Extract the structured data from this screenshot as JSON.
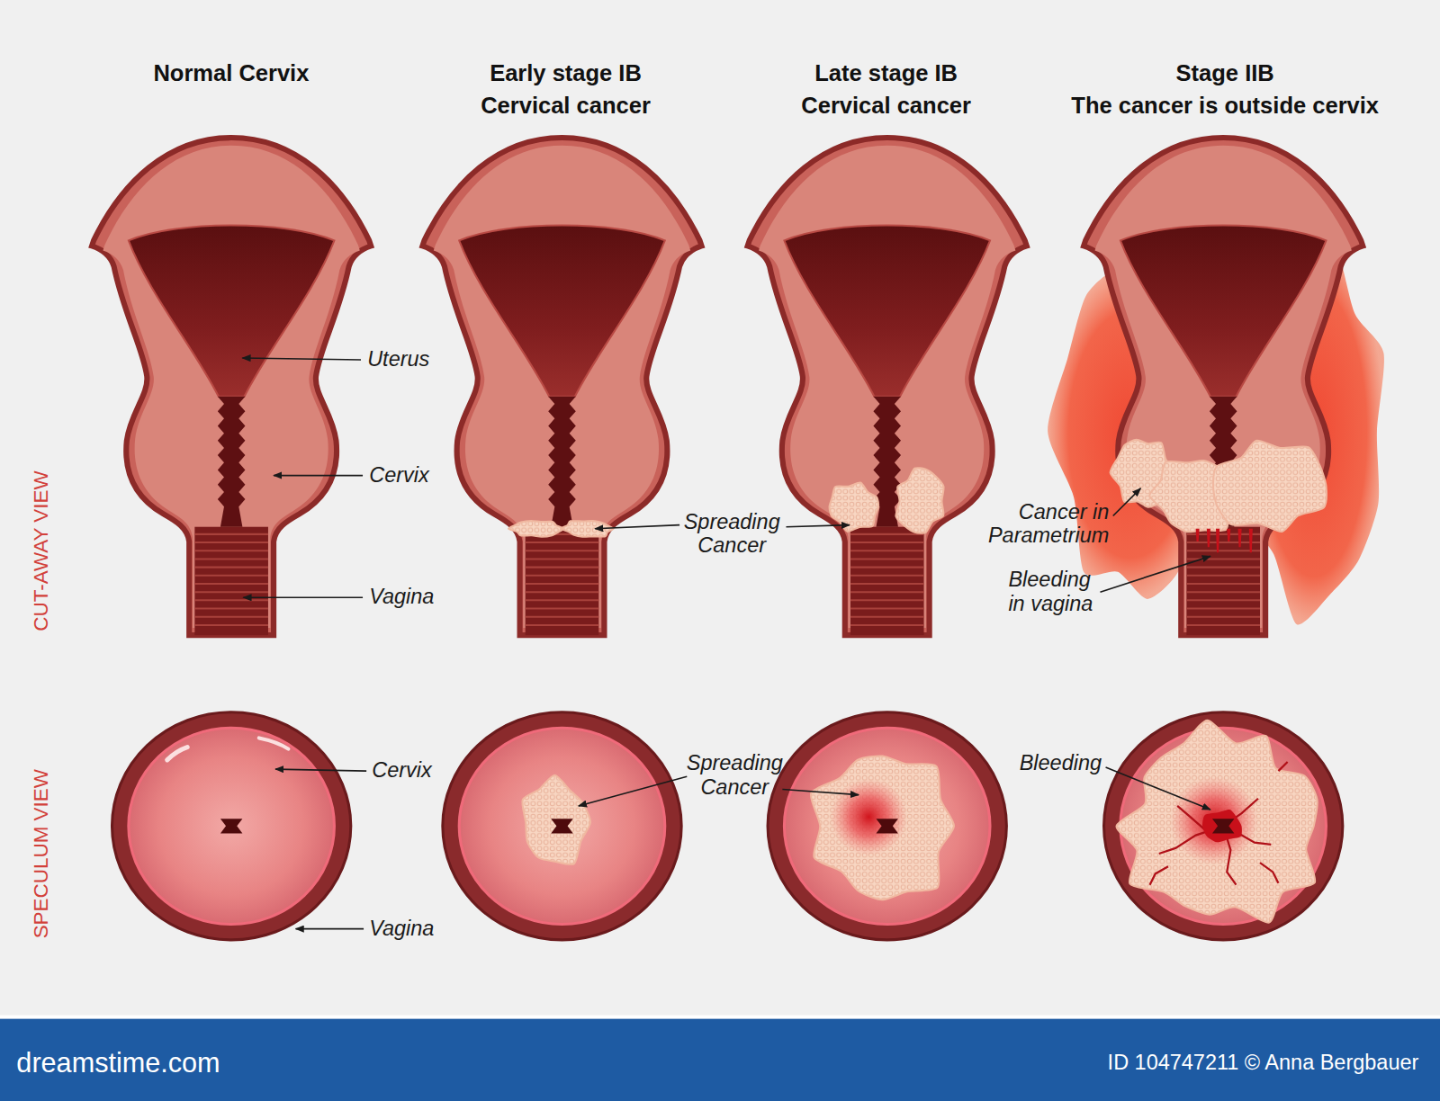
{
  "diagram": {
    "labels": [
      "Normal Cervix",
      "Early stage IB Cervical cancer",
      "Late stage IB Cervical cancer",
      "Stage IIB The cancer is outside cervix",
      "Uterus",
      "Cervix",
      "Vagina",
      "Spreading Cancer",
      "Cancer in Parametrium",
      "Bleeding in vagina",
      "CUT-AWAY VIEW",
      "Cervix",
      "Vagina",
      "Spreading Cancer",
      "Bleeding",
      "SPECULUM VIEW",
      "dreamstime.com",
      "ID 104747211 © Anna Bergbauer"
    ]
  }
}
